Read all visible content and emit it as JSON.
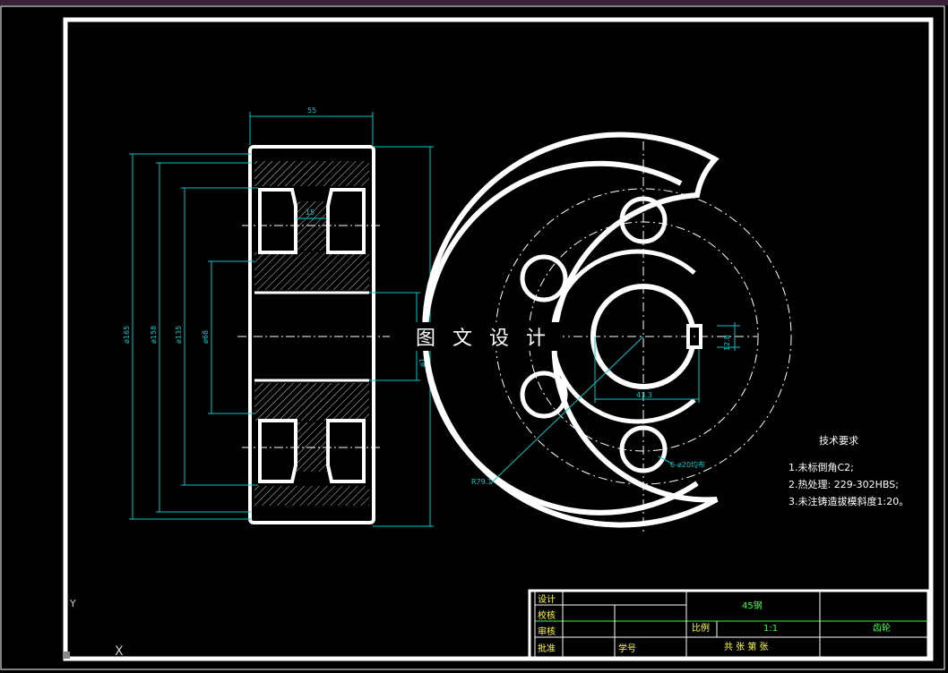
{
  "watermark": "图 文 设 计",
  "dimensions": {
    "width_top": "55",
    "hub_small": "15",
    "dia_165": "ø165",
    "dia_158": "ø158",
    "dia_135": "ø135",
    "dia_68": "ø68",
    "dia_bore": "ø1",
    "radius": "R79.1",
    "key_depth": "43.3",
    "key_width": "12.8",
    "holes": "6-ø20均布"
  },
  "tech_requirements": {
    "title": "技术要求",
    "items": [
      "1.未标倒角C2;",
      "2.热处理: 229-302HBS;",
      "3.未注铸造拔模斜度1:20。"
    ]
  },
  "title_block": {
    "material": "45钢",
    "scale_label": "比例",
    "scale_value": "1:1",
    "rows": [
      "设计",
      "校核",
      "审核",
      "批准"
    ],
    "sheet_text": "共 张 第 张",
    "school_label": "学号",
    "name_label": "齿轮"
  },
  "ucs": {
    "y": "Y",
    "x": "X"
  },
  "colors": {
    "outline": "#ffffff",
    "dimension": "#00c8c8",
    "titleblock": "#ffff40",
    "accent": "#40ff40"
  }
}
